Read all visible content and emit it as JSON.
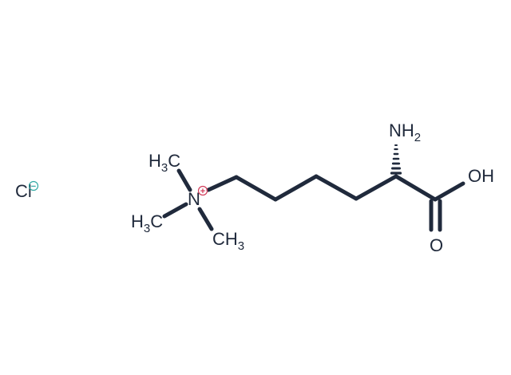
{
  "molecule": {
    "atoms": {
      "nh2": {
        "main": "NH",
        "sub": "2"
      },
      "oh": {
        "main": "OH"
      },
      "o": {
        "main": "O"
      },
      "n": {
        "main": "N"
      },
      "ch3_top": {
        "pre": "H",
        "sub": "3",
        "post": "C"
      },
      "ch3_left": {
        "pre": "H",
        "sub": "3",
        "post": "C"
      },
      "ch3_bottom": {
        "main": "CH",
        "sub": "3"
      },
      "cl": {
        "main": "Cl"
      }
    },
    "charges": {
      "n_plus": {
        "sign": "+",
        "color": "#d23c5a"
      },
      "cl_minus": {
        "sign": "−",
        "color": "#34aaa5"
      }
    },
    "colors": {
      "bond": "#202a3c",
      "atom_label": "#202a3c",
      "background": "#ffffff"
    }
  }
}
